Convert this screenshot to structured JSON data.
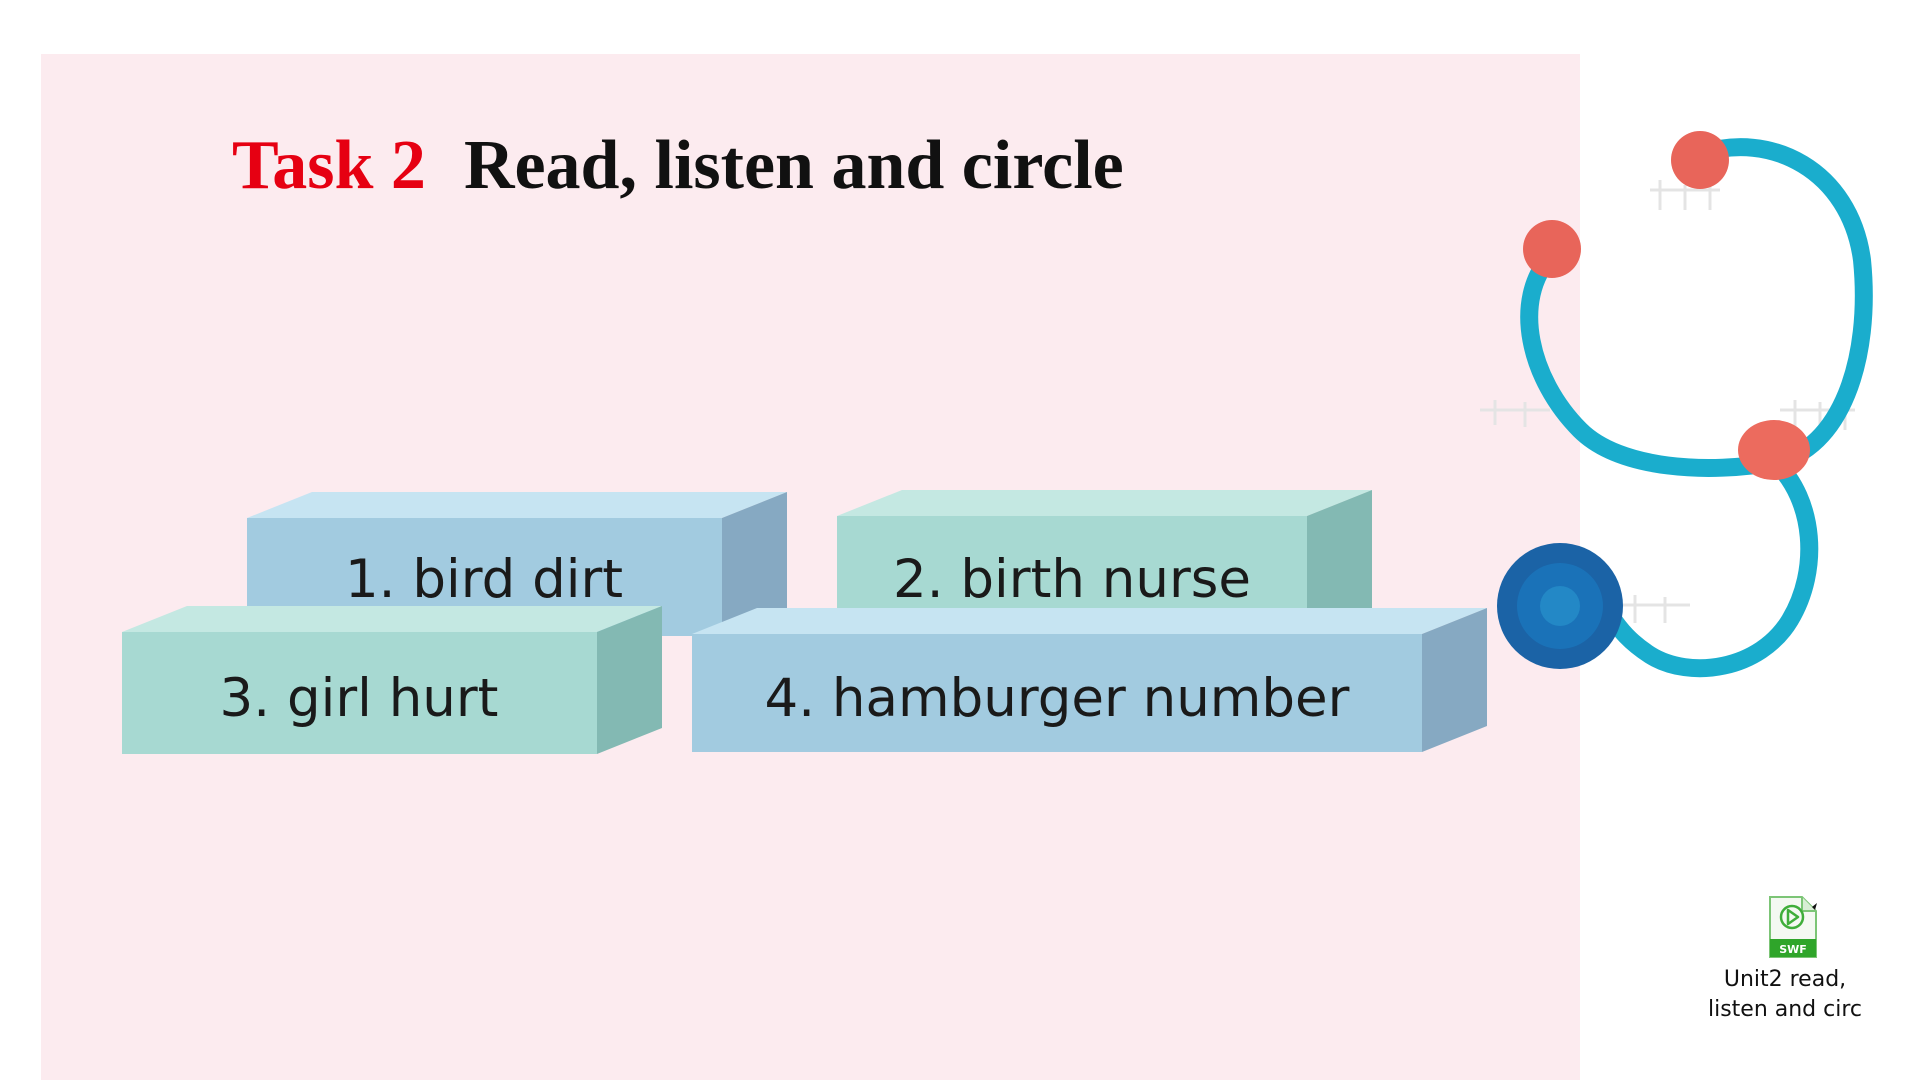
{
  "title": {
    "task": "Task 2",
    "text": "Read, listen and circle"
  },
  "blocks": [
    {
      "label": "1. bird dirt"
    },
    {
      "label": "2. birth nurse"
    },
    {
      "label": "3. girl hurt"
    },
    {
      "label": "4. hamburger number"
    }
  ],
  "media": {
    "badge": "SWF",
    "caption_line1": "Unit2 read,",
    "caption_line2": "listen and circ"
  },
  "colors": {
    "panel": "#fcebef",
    "task": "#e60012",
    "block_blue": "#a6ccdf",
    "block_green": "#a7d9d2",
    "tube": "#1bb0cf",
    "earpiece": "#e8655a",
    "chestpiece": "#1c6fb4"
  }
}
